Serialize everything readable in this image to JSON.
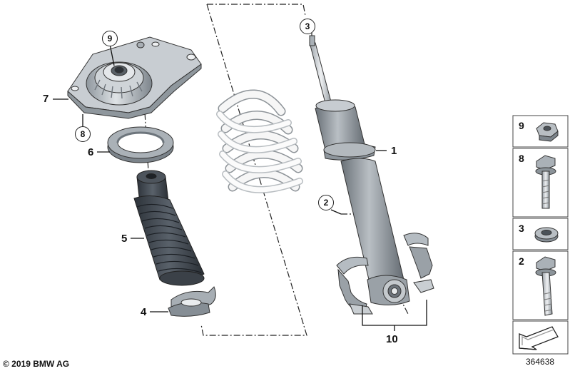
{
  "diagram": {
    "callouts": {
      "c1": "1",
      "c2": "2",
      "c3": "3",
      "c4": "4",
      "c5": "5",
      "c6": "6",
      "c7": "7",
      "c8": "8",
      "c9": "9",
      "c10": "10"
    },
    "side_panel": [
      "9",
      "8",
      "3",
      "2"
    ],
    "copyright": "© 2019 BMW AG",
    "diagram_number": "364638"
  },
  "colors": {
    "line": "#222222",
    "metal_light": "#d9dde1",
    "metal_mid": "#a9b0b6",
    "metal_dark": "#6c747b",
    "rubber": "#3a4048",
    "spring": "#f4f4f4"
  }
}
